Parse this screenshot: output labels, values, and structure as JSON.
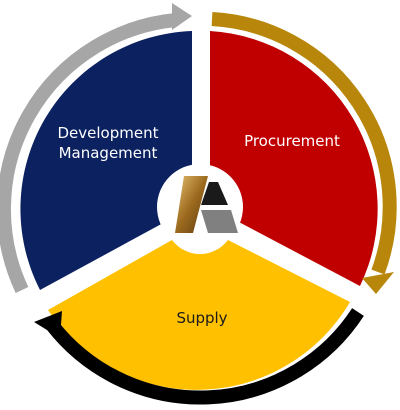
{
  "segments": [
    {
      "key": "development",
      "label_lines": [
        "Development",
        "Management"
      ],
      "fill": "#0b2160",
      "label_color": "#ffffff",
      "arrow_color": "#a6a6a6"
    },
    {
      "key": "procurement",
      "label_lines": [
        "Procurement"
      ],
      "fill": "#c00000",
      "label_color": "#ffffff",
      "arrow_color": "#b8860b"
    },
    {
      "key": "supply",
      "label_lines": [
        "Supply"
      ],
      "fill": "#ffc000",
      "label_color": "#1a1a1a",
      "arrow_color": "#000000"
    }
  ],
  "center_logo": {
    "icon": "triangle-a-logo-icon",
    "colors": [
      "#c89a3c",
      "#1a1a1a",
      "#808080"
    ]
  }
}
